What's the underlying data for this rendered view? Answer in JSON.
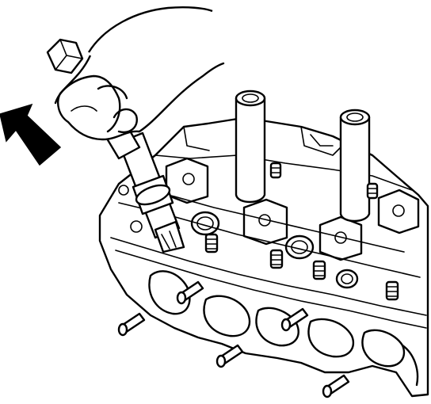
{
  "figure": {
    "kind": "technical line drawing",
    "subject": "cylinder-head",
    "arrow_direction": "up-left",
    "line_color": "#000000",
    "background_color": "#ffffff",
    "labels": []
  }
}
